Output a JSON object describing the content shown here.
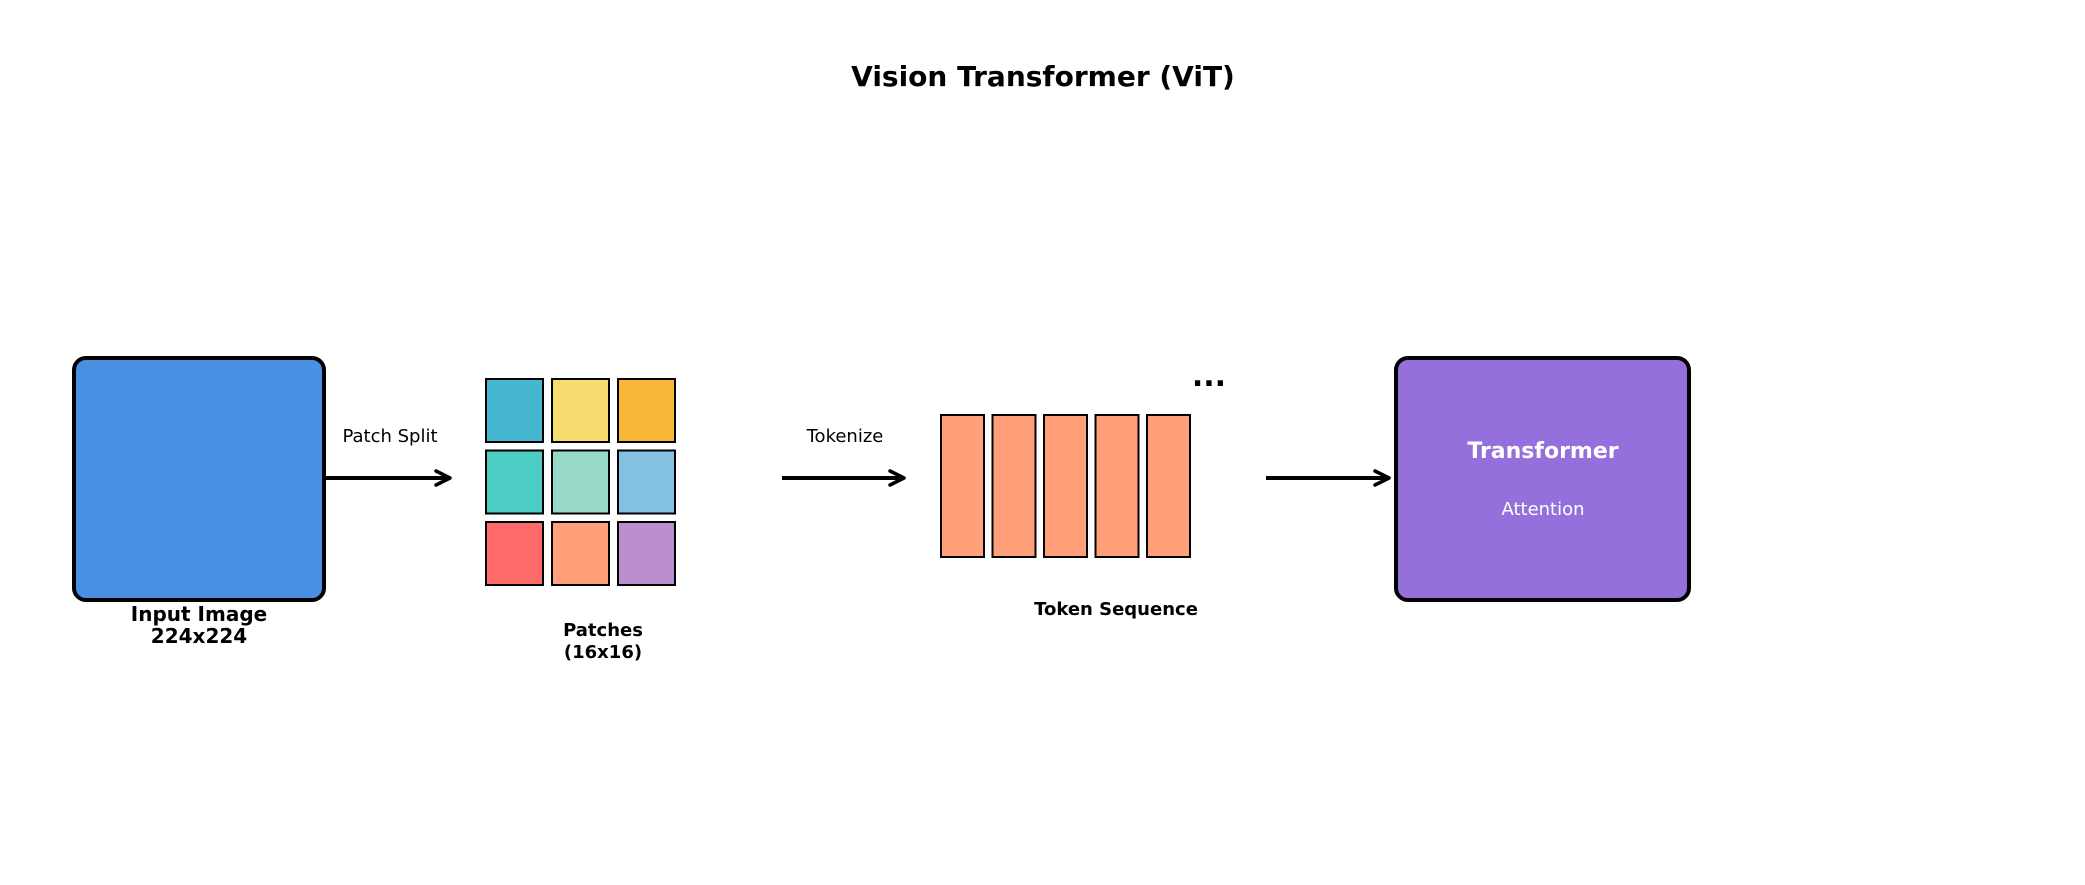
{
  "title": "Vision Transformer (ViT)",
  "input_image": {
    "label_line1": "Input Image",
    "label_line2": "224x224",
    "color": "#4A90E2"
  },
  "arrows": [
    {
      "label": "Patch Split"
    },
    {
      "label": "Tokenize"
    },
    {
      "label": ""
    }
  ],
  "patches": {
    "label_line1": "Patches",
    "label_line2": "(16x16)",
    "rows": 3,
    "cols": 3,
    "colors": [
      "#45B7D1",
      "#F7DC6F",
      "#F8B739",
      "#4ECDC4",
      "#98D8C8",
      "#85C1E2",
      "#FF6B6B",
      "#FFA07A",
      "#BB8FCE"
    ]
  },
  "tokens": {
    "label": "Token Sequence",
    "count": 5,
    "color": "#FFA07A",
    "ellipsis": "..."
  },
  "transformer": {
    "title": "Transformer",
    "subtitle": "Attention",
    "color": "#9370DB"
  }
}
